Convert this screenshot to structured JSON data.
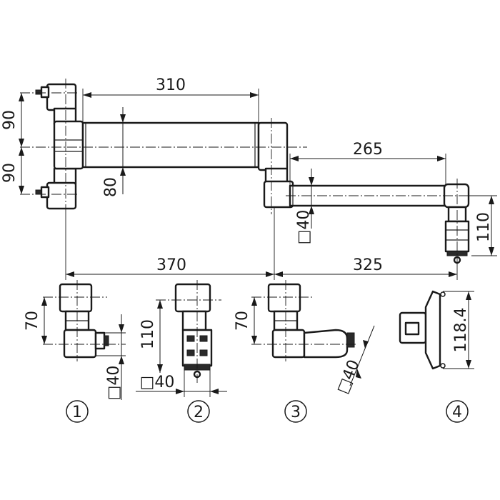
{
  "dimensions": {
    "top_width": "310",
    "upper_height": "90",
    "lower_height": "90",
    "arm_height": "80",
    "extension_width": "265",
    "extension_profile": "□40",
    "drop_height": "110",
    "span_left": "370",
    "span_right": "325"
  },
  "detail_1": {
    "height": "70",
    "profile": "□40",
    "marker": "1"
  },
  "detail_2": {
    "height": "110",
    "profile": "□40",
    "marker": "2"
  },
  "detail_3": {
    "height": "70",
    "profile": "□40",
    "marker": "3"
  },
  "detail_4": {
    "height": "118.4",
    "marker": "4"
  }
}
